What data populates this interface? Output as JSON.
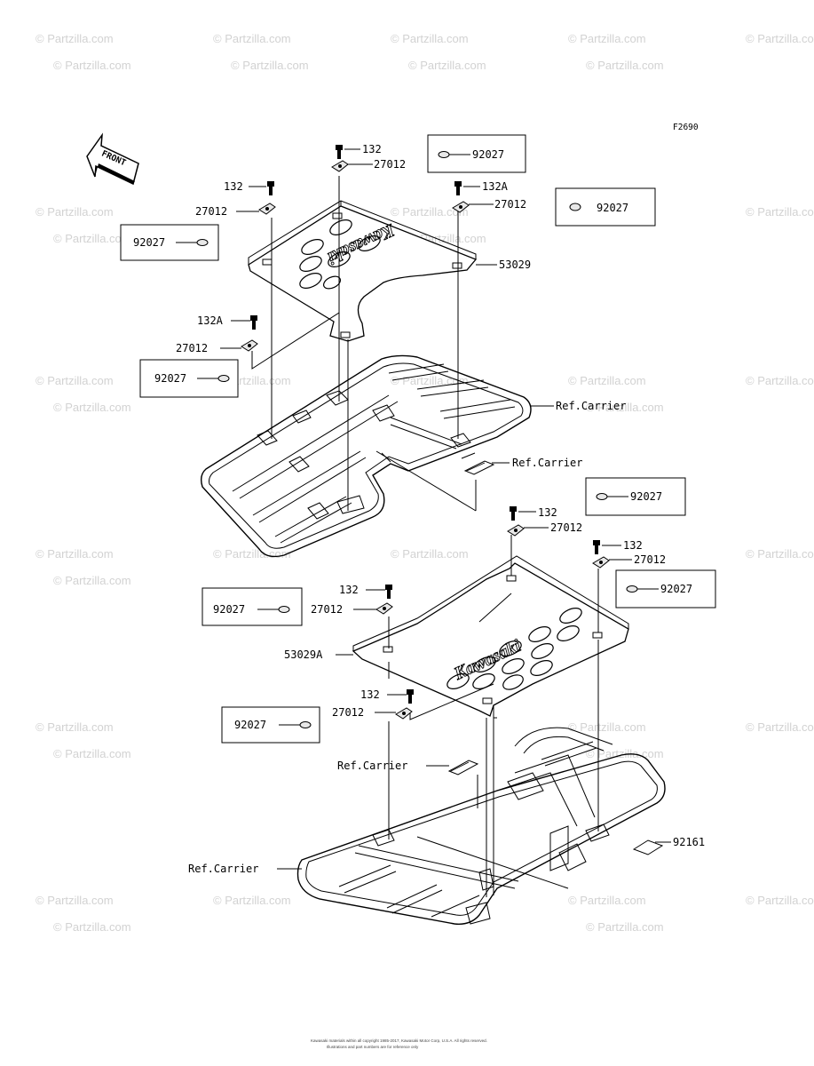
{
  "figure_code": "F2690",
  "front_label": "FRONT",
  "brand_logo": "Kawasaki",
  "parts": {
    "p132": "132",
    "p132A": "132A",
    "p27012": "27012",
    "p92027": "92027",
    "p53029": "53029",
    "p53029A": "53029A",
    "p92161": "92161",
    "ref_carrier": "Ref.Carrier"
  },
  "watermark": "© Partzilla.com",
  "footer": {
    "line1": "Kawasaki materials within all copyright 1985-2017, Kawasaki Motor Corp, U.S.A. All rights reserved.",
    "line2": "Illustrations and part numbers are for reference only"
  }
}
